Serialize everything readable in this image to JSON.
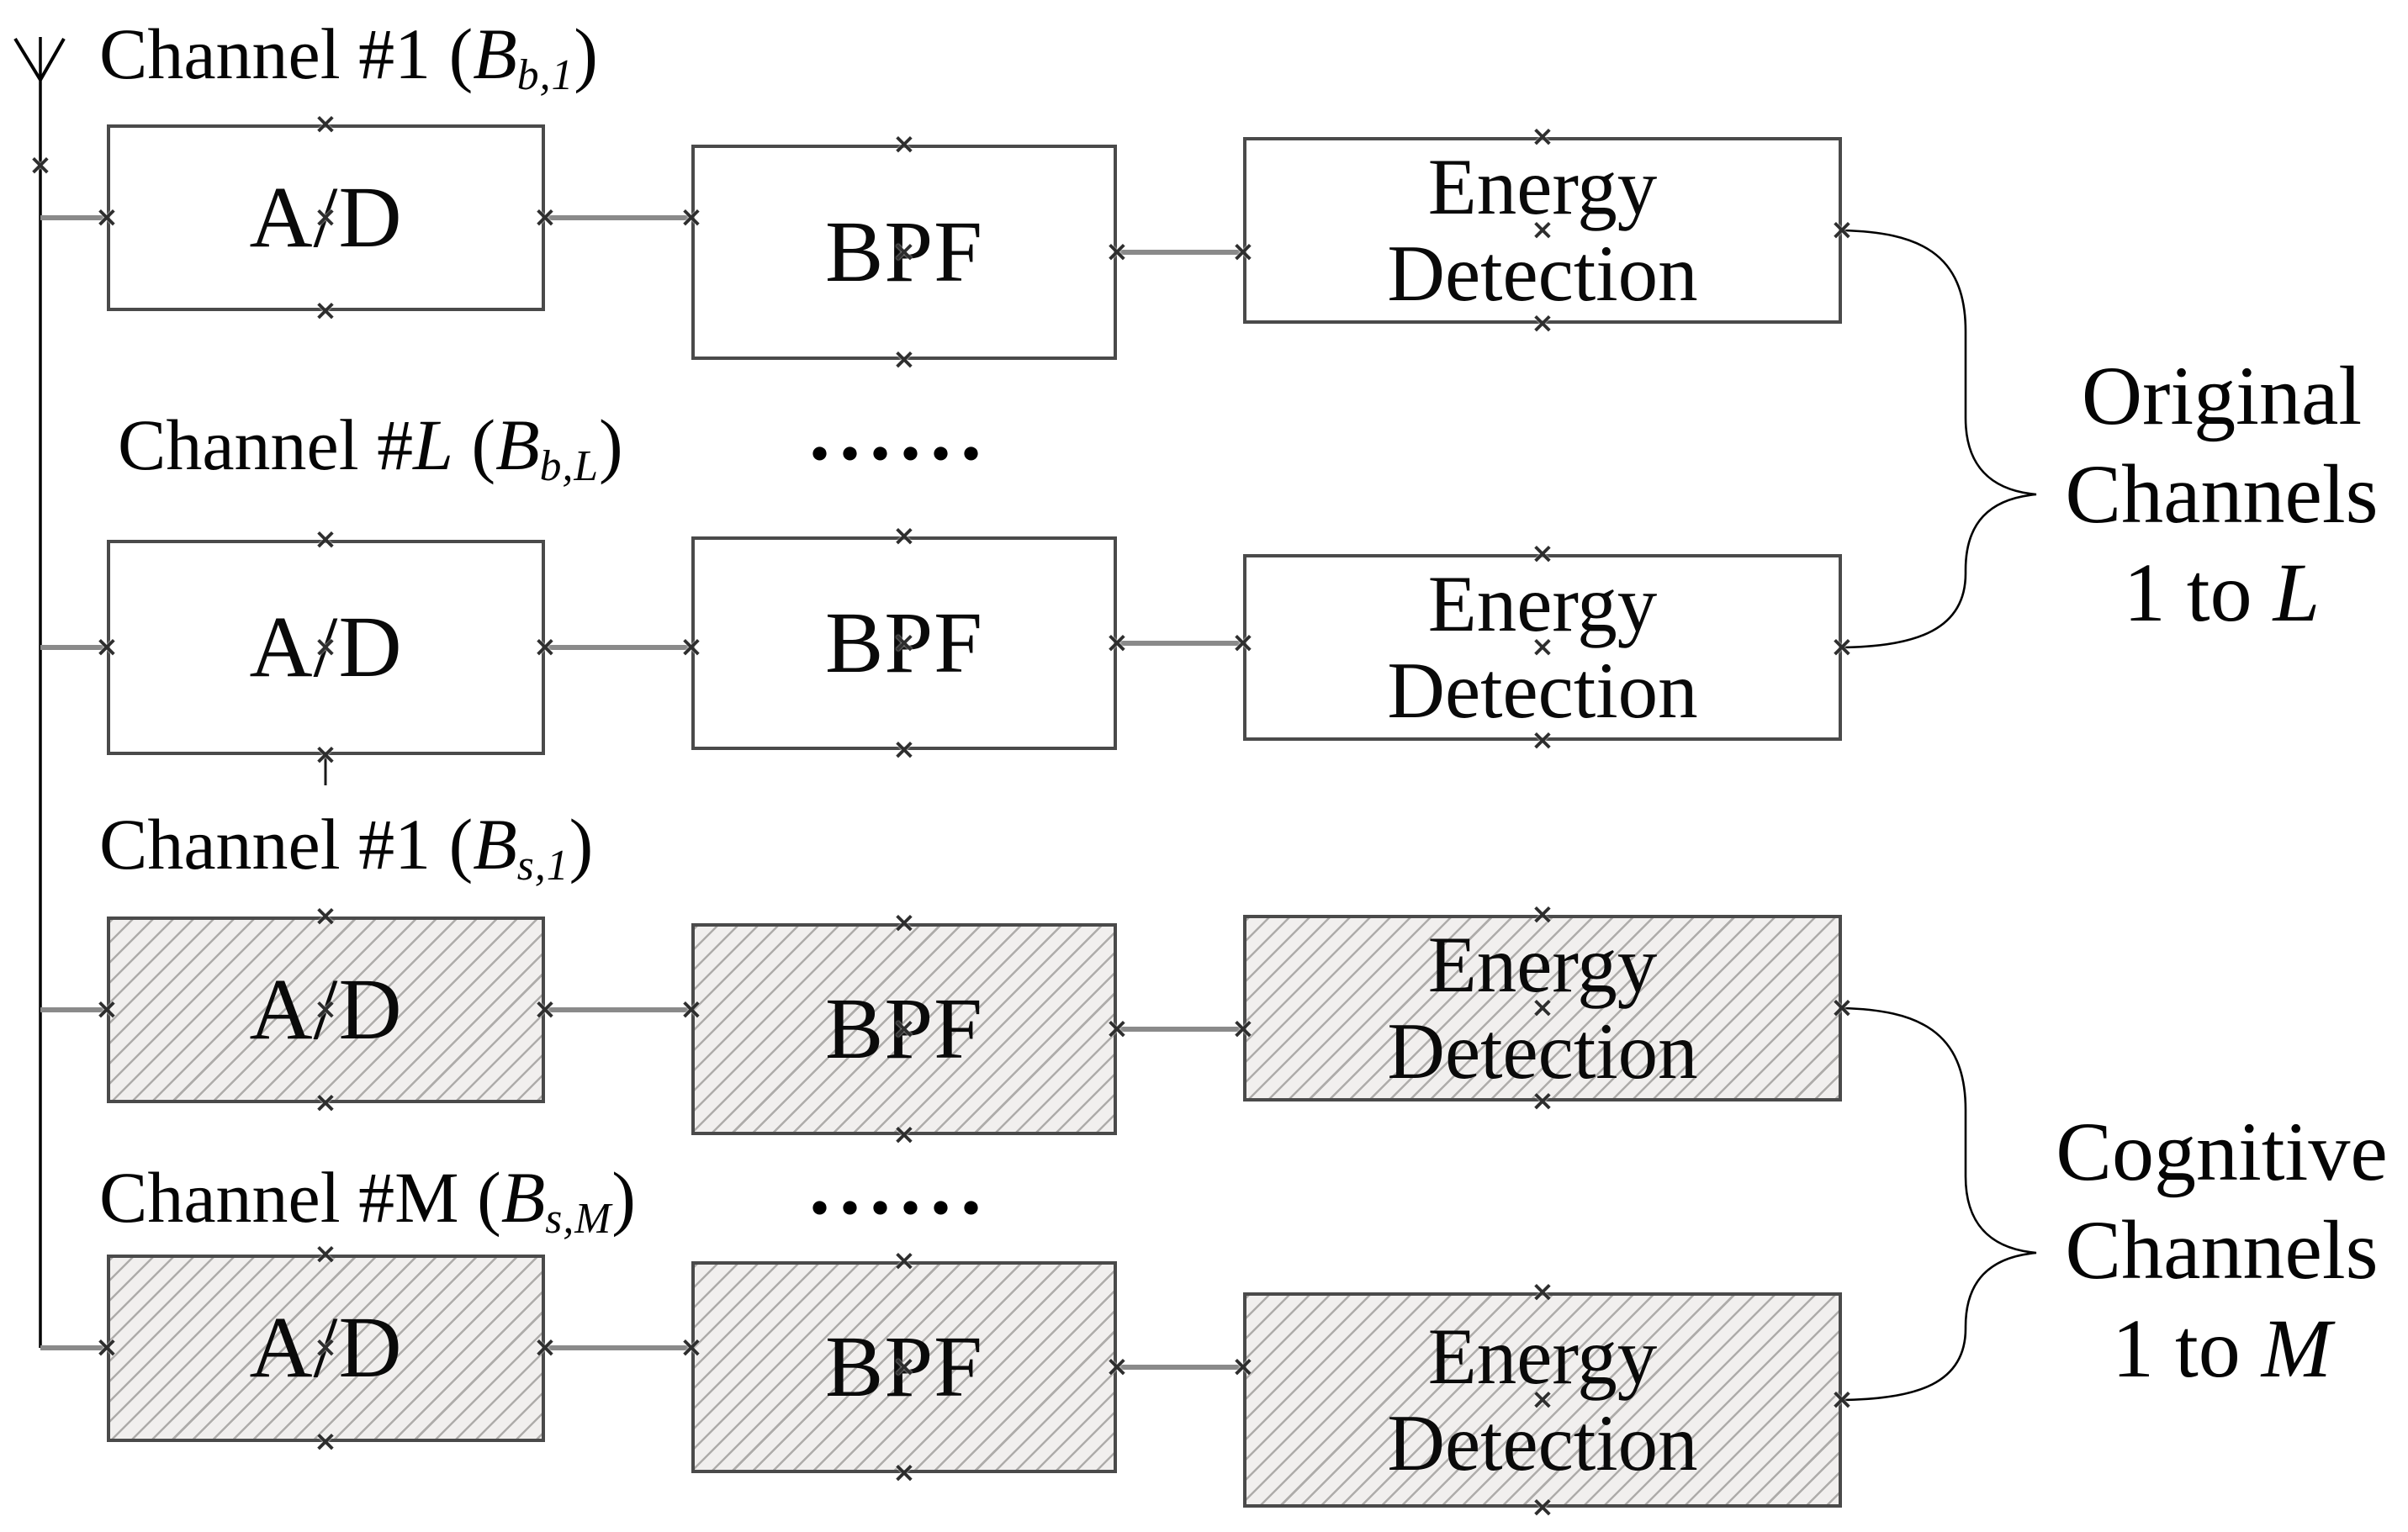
{
  "figure": {
    "rows": [
      {
        "channel_prefix": "Channel #",
        "channel_num": "1",
        "band_open": " (",
        "band_symbol": "B",
        "band_sub": "b,1",
        "band_close": ")",
        "ad_label": "A/D",
        "bpf_label": "BPF",
        "ed_line1": "Energy",
        "ed_line2": "Detection"
      },
      {
        "channel_prefix": "Channel #",
        "channel_num": "L",
        "band_open": " (",
        "band_symbol": "B",
        "band_sub": "b,L",
        "band_close": ")",
        "ad_label": "A/D",
        "bpf_label": "BPF",
        "ed_line1": "Energy",
        "ed_line2": "Detection"
      },
      {
        "channel_prefix": "Channel #",
        "channel_num": "1",
        "band_open": " (",
        "band_symbol": "B",
        "band_sub": "s,1",
        "band_close": ")",
        "ad_label": "A/D",
        "bpf_label": "BPF",
        "ed_line1": "Energy",
        "ed_line2": "Detection"
      },
      {
        "channel_prefix": "Channel #",
        "channel_num": "M",
        "band_open": " (",
        "band_symbol": "B",
        "band_sub": "s,M",
        "band_close": ")",
        "ad_label": "A/D",
        "bpf_label": "BPF",
        "ed_line1": "Energy",
        "ed_line2": "Detection"
      }
    ],
    "ellipsis_top": "......",
    "ellipsis_bottom": "......",
    "groups": [
      {
        "line1": "Original",
        "line2": "Channels",
        "line3_prefix": "1 to ",
        "line3_var": "L"
      },
      {
        "line1": "Cognitive",
        "line2": "Channels",
        "line3_prefix": "1 to ",
        "line3_var": "M"
      }
    ],
    "colors": {
      "line": "#000000",
      "wire_gray": "#8a8a8a",
      "box_border": "#4a4a4a",
      "hatch_fill": "#f1efee"
    }
  }
}
